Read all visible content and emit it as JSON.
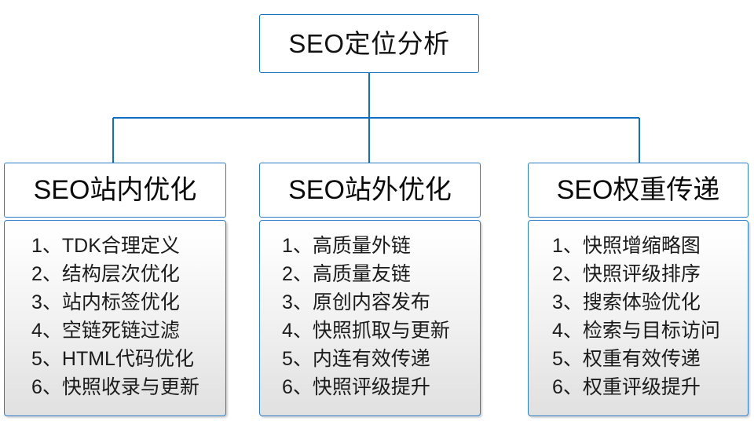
{
  "diagram": {
    "type": "organization-tree",
    "root": {
      "label": "SEO定位分析"
    },
    "branches": [
      {
        "header": "SEO站内优化",
        "items": [
          "1、TDK合理定义",
          "2、结构层次优化",
          "3、站内标签优化",
          "4、空链死链过滤",
          "5、HTML代码优化",
          "6、快照收录与更新"
        ]
      },
      {
        "header": "SEO站外优化",
        "items": [
          "1、高质量外链",
          "2、高质量友链",
          "3、原创内容发布",
          "4、快照抓取与更新",
          "5、内连有效传递",
          "6、快照评级提升"
        ]
      },
      {
        "header": "SEO权重传递",
        "items": [
          "1、快照增缩略图",
          "2、快照评级排序",
          "3、搜索体验优化",
          "4、检索与目标访问",
          "5、权重有效传递",
          "6、权重评级提升"
        ]
      }
    ],
    "colors": {
      "border": "#2a7cc7",
      "connector": "#0f6fc0",
      "text": "#121212",
      "body_gradient_top": "#ffffff",
      "body_gradient_bottom": "#e1e1e1"
    }
  }
}
